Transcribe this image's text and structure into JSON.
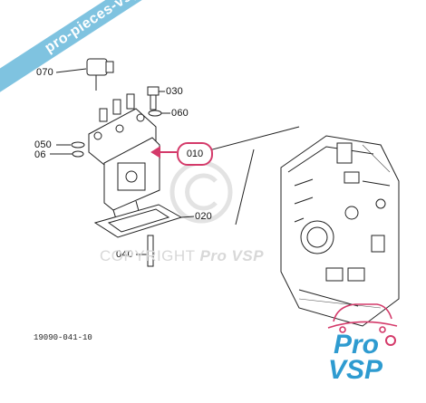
{
  "callouts": {
    "c070": "070",
    "c030": "030",
    "c060": "060",
    "c050": "050",
    "c060b": "06",
    "c010": "010",
    "c020": "020",
    "c040": "040"
  },
  "drawing_code": "19090-041-10",
  "banner_text": "pro-pieces-vsp.com",
  "watermark": {
    "prefix": "COPYRIGHT",
    "brand": "Pro VSP"
  },
  "logo": {
    "line1": "Pro",
    "line2": "VSP"
  },
  "colors": {
    "highlight": "#d43a6a",
    "banner": "#7fc3e0",
    "logo_blue": "#2e9bd0",
    "ink": "#222222"
  }
}
